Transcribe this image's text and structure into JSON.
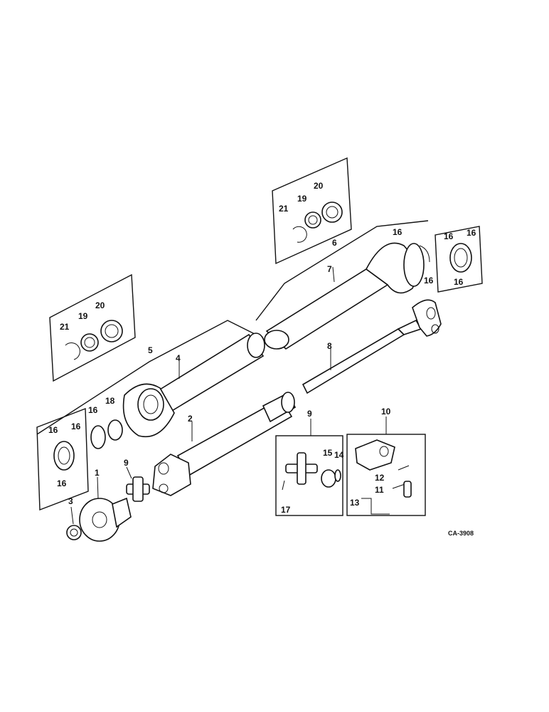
{
  "drawing_code": "CA-3908",
  "callouts": [
    {
      "id": "c21a",
      "text": "21"
    },
    {
      "id": "c19a",
      "text": "19"
    },
    {
      "id": "c20a",
      "text": "20"
    },
    {
      "id": "c6",
      "text": "6"
    },
    {
      "id": "c7",
      "text": "7"
    },
    {
      "id": "c16a",
      "text": "16"
    },
    {
      "id": "c16b",
      "text": "16"
    },
    {
      "id": "c16c",
      "text": "16"
    },
    {
      "id": "c16d",
      "text": "16"
    },
    {
      "id": "c16e",
      "text": "16"
    },
    {
      "id": "c21b",
      "text": "21"
    },
    {
      "id": "c19b",
      "text": "19"
    },
    {
      "id": "c20b",
      "text": "20"
    },
    {
      "id": "c5",
      "text": "5"
    },
    {
      "id": "c4",
      "text": "4"
    },
    {
      "id": "c8",
      "text": "8"
    },
    {
      "id": "c16f",
      "text": "16"
    },
    {
      "id": "c16g",
      "text": "16"
    },
    {
      "id": "c16h",
      "text": "16"
    },
    {
      "id": "c16i",
      "text": "16"
    },
    {
      "id": "c18",
      "text": "18"
    },
    {
      "id": "c2",
      "text": "2"
    },
    {
      "id": "c9a",
      "text": "9"
    },
    {
      "id": "c9b",
      "text": "9"
    },
    {
      "id": "c10",
      "text": "10"
    },
    {
      "id": "c15",
      "text": "15"
    },
    {
      "id": "c14",
      "text": "14"
    },
    {
      "id": "c12",
      "text": "12"
    },
    {
      "id": "c11",
      "text": "11"
    },
    {
      "id": "c13",
      "text": "13"
    },
    {
      "id": "c17",
      "text": "17"
    },
    {
      "id": "c1",
      "text": "1"
    },
    {
      "id": "c3",
      "text": "3"
    }
  ]
}
